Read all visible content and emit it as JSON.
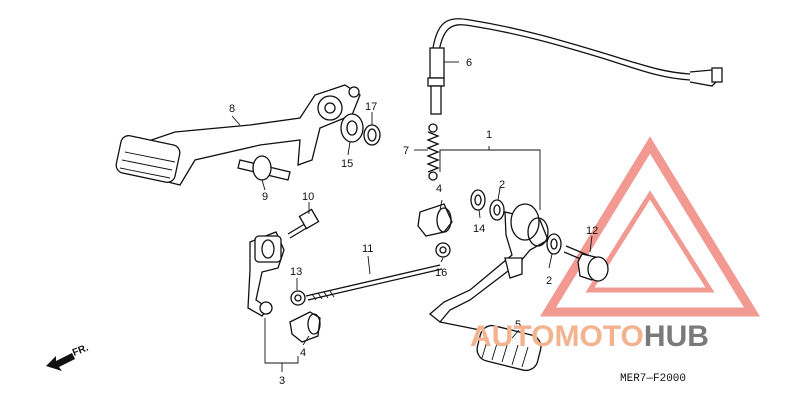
{
  "callouts": {
    "p1": "1",
    "p2a": "2",
    "p2b": "2",
    "p3": "3",
    "p4a": "4",
    "p4b": "4",
    "p5": "5",
    "p6": "6",
    "p7": "7",
    "p8": "8",
    "p9": "9",
    "p10": "10",
    "p11": "11",
    "p12": "12",
    "p13": "13",
    "p14": "14",
    "p15": "15",
    "p16": "16",
    "p17": "17"
  },
  "direction_marker": "FR.",
  "reference_code": "MER7—F2000",
  "watermark": {
    "part1": "AUTOMOTO",
    "part2": "HUB"
  },
  "colors": {
    "line": "#111111",
    "watermark_red": "#e8463a",
    "watermark_orange": "#f3b38f",
    "watermark_gray": "#7a7a7a"
  }
}
